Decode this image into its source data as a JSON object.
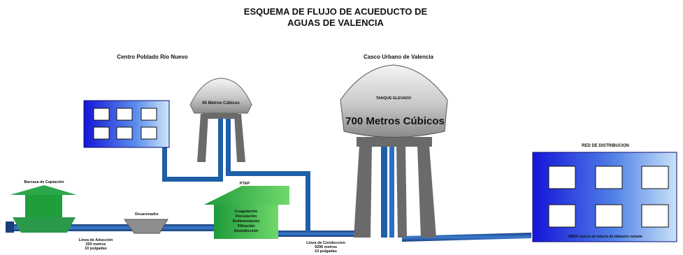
{
  "title": {
    "line1": "ESQUEMA DE FLUJO DE ACUEDUCTO DE",
    "line2": "AGUAS DE VALENCIA"
  },
  "labels": {
    "rio_nuevo": "Centro Poblado Río Nuevo",
    "casco_urbano": "Casco Urbano de Valencia",
    "small_tank_capacity": "65 Metros Cúbicos",
    "big_tank_name": "TANQUE ELEVADO",
    "big_tank_capacity": "700 Metros Cúbicos",
    "captacion": "Barcaza de Captación",
    "desarenador": "Desarenador",
    "ptap": "PTAP",
    "ptap_processes": [
      "Coagulación",
      "Floculación",
      "Sedimentación",
      "Filtración",
      "Desinfección"
    ],
    "red": "RED DE DISTRIBUCION",
    "red_length": "68835 metros de tubería de diámetro variado"
  },
  "lines": {
    "aduccion": {
      "name": "Línea de Aducción",
      "length": "250 metros",
      "diameter": "10 pulgadas"
    },
    "conduccion": {
      "name": "Línea de Conduccion",
      "length": "9296 metros",
      "diameter": "10 pulgadas"
    }
  },
  "colors": {
    "pipe": "#1f5fa8",
    "pipe_dark": "#16305e",
    "tower": "#6a6a6a",
    "tank_top": "#e6e6e6",
    "tank_bottom": "#8c8c8c",
    "building_dark": "#1a1ae0",
    "building_light": "#c8e2f8",
    "green": "#1f9e3c",
    "green_light": "#5fd15f"
  }
}
